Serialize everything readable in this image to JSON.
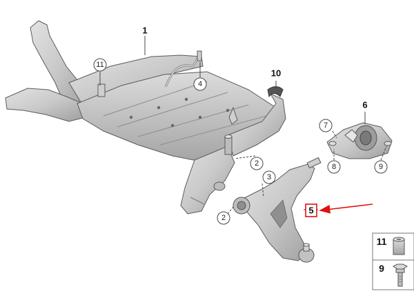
{
  "labels": {
    "frame": "1",
    "bolt_front_left": "2",
    "bolt_rear": "2",
    "bolt_upper": "3",
    "screw_4": "4",
    "control_arm": "5",
    "bushing": "6",
    "bolt_7": "7",
    "bolt_8": "8",
    "bolt_9": "9",
    "heat_shield": "10",
    "sleeve": "11"
  },
  "legend": [
    {
      "number": "11",
      "icon": "sleeve-icon"
    },
    {
      "number": "9",
      "icon": "hex-bolt-icon"
    }
  ],
  "highlight": {
    "item": "5",
    "color": "#e01010"
  },
  "colors": {
    "part_fill": "#cfcfcf",
    "part_shade": "#a9a9a9",
    "outline": "#5a5a5a",
    "highlight": "#e01010"
  }
}
